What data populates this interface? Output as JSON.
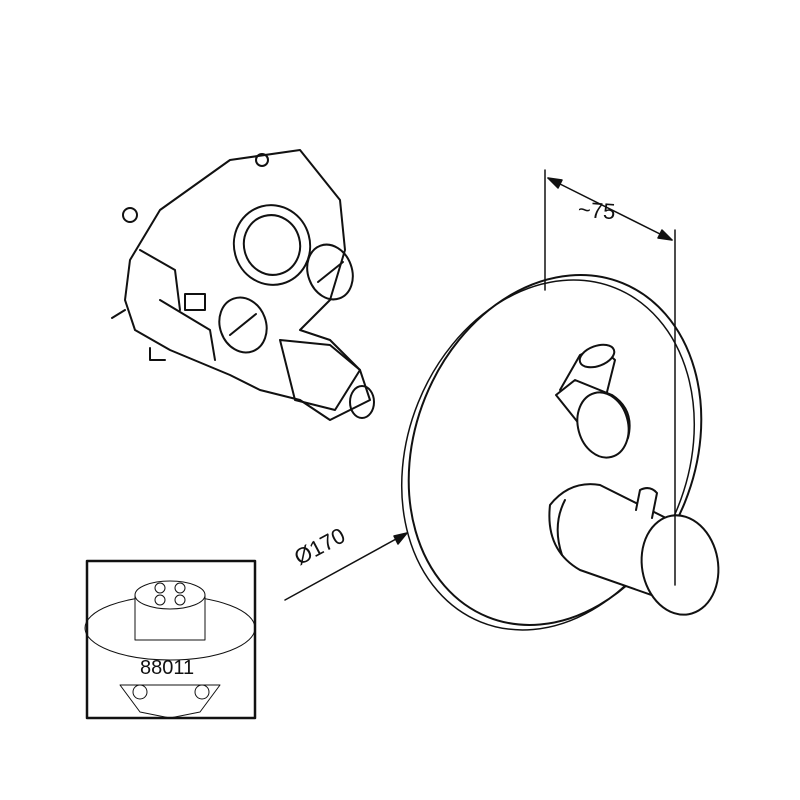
{
  "dimensions": {
    "depth": "~75",
    "diameter": "Ø170"
  },
  "inset": {
    "part_number": "88011"
  },
  "colors": {
    "line": "#111111",
    "background": "#ffffff"
  }
}
